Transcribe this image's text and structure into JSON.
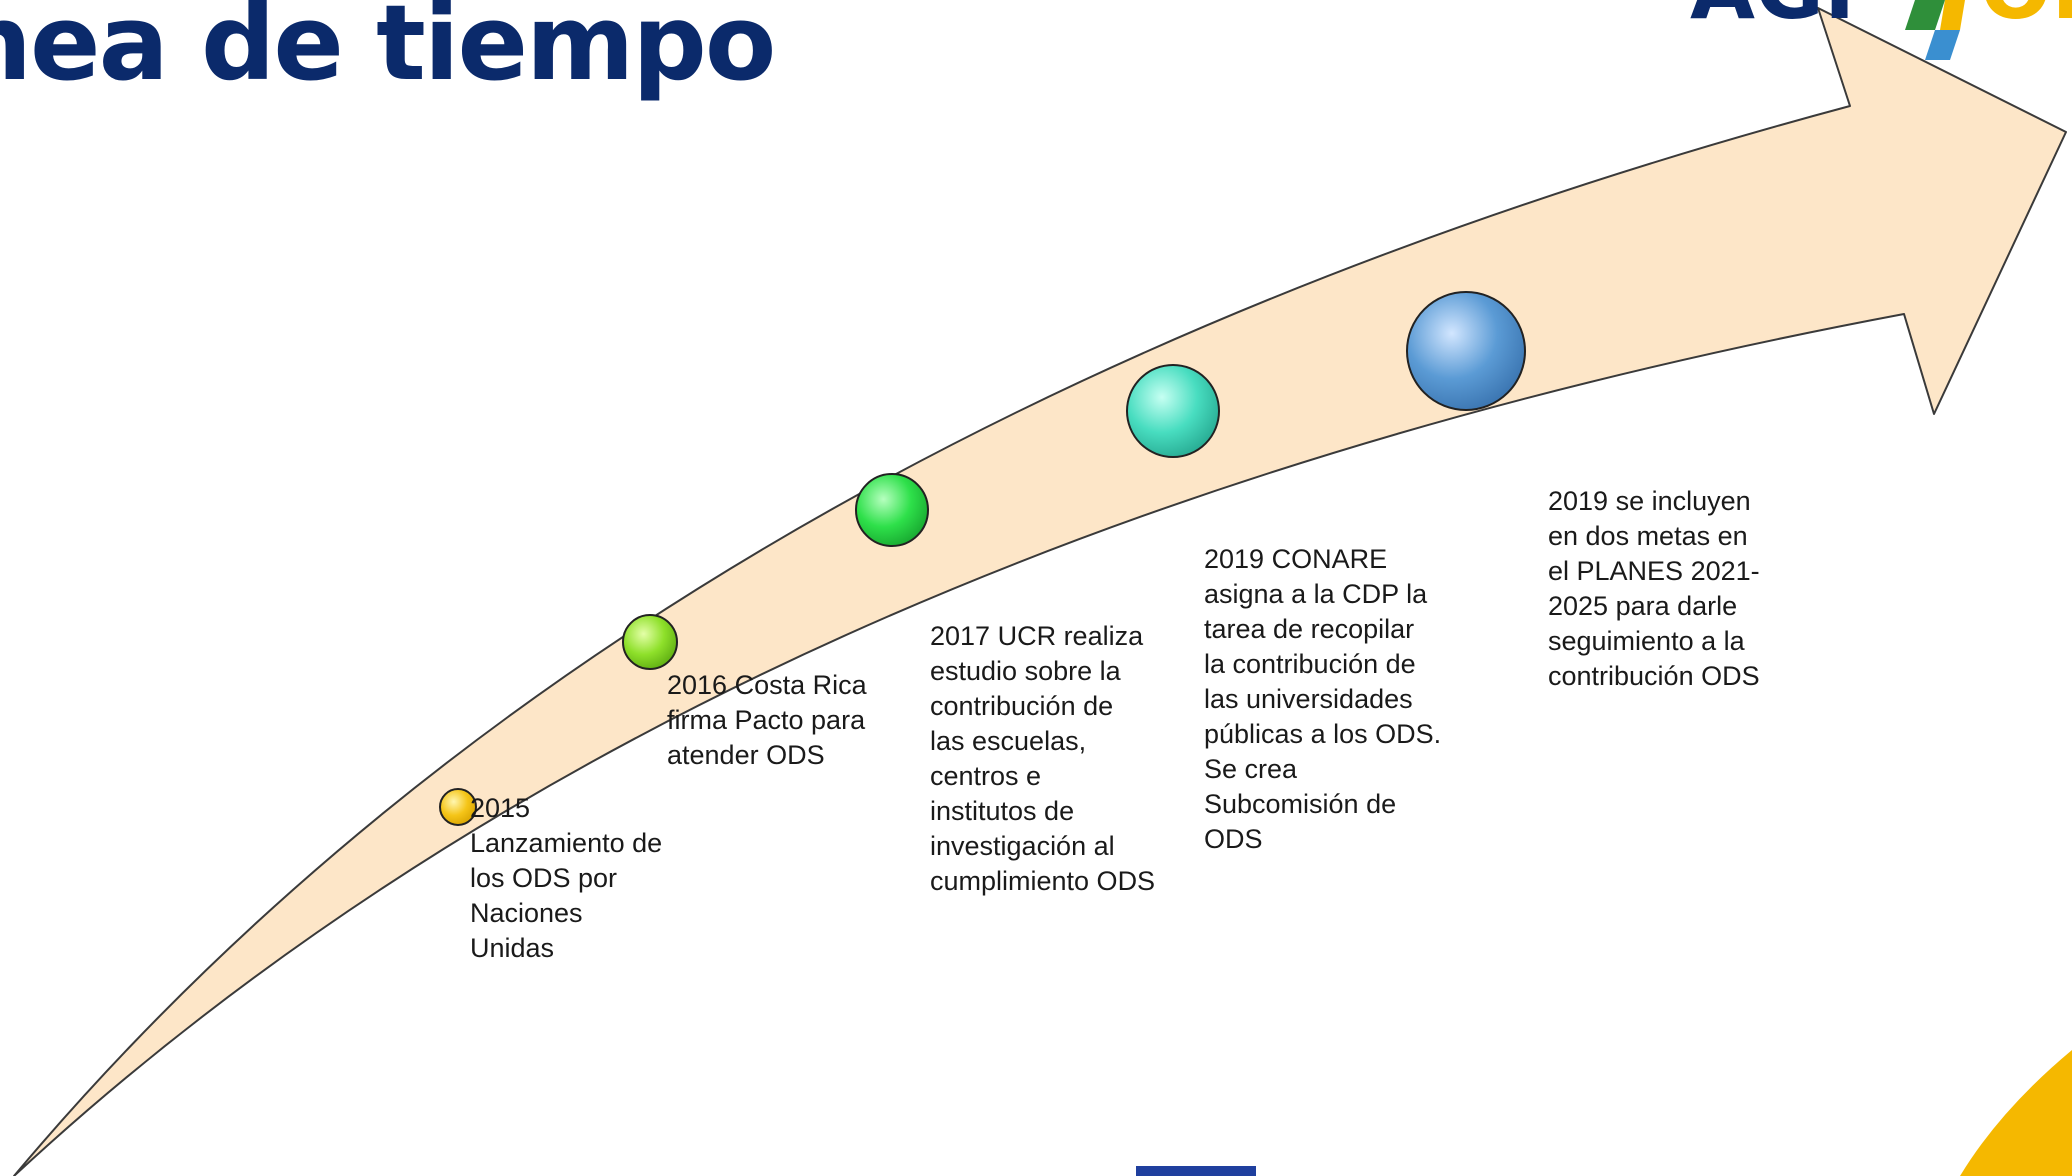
{
  "slide": {
    "title": "nea de tiempo",
    "logo": {
      "text_left": "AGI",
      "text_right": "OD"
    }
  },
  "events": [
    {
      "text": "2015\nLanzamiento de\nlos ODS por\nNaciones\nUnidas",
      "dot_color": "#f5c518"
    },
    {
      "text": "2016 Costa Rica\nfirma Pacto para\natender ODS",
      "dot_color": "#8ee02a"
    },
    {
      "text": "2017 UCR realiza\nestudio sobre la\ncontribución de\nlas escuelas,\ncentros e\ninstitutos de\ninvestigación al\ncumplimiento ODS",
      "dot_color": "#2ee04a"
    },
    {
      "text": "2019 CONARE\nasigna a la CDP la\ntarea de recopilar\nla contribución de\nlas universidades\npúblicas a los ODS.\nSe crea\nSubcomisión de\nODS",
      "dot_color": "#48ddc0"
    },
    {
      "text": "2019 se incluyen\nen dos metas en\nel PLANES 2021-\n2025 para darle\nseguimiento a la\ncontribución ODS",
      "dot_color": "#5b9bd5"
    }
  ],
  "colors": {
    "arrow_fill": "#fde6c8",
    "arrow_stroke": "#3a3a3a",
    "title": "#0b2a6b",
    "accent_yellow": "#f5b800",
    "footer_blue": "#1f3f9e"
  }
}
